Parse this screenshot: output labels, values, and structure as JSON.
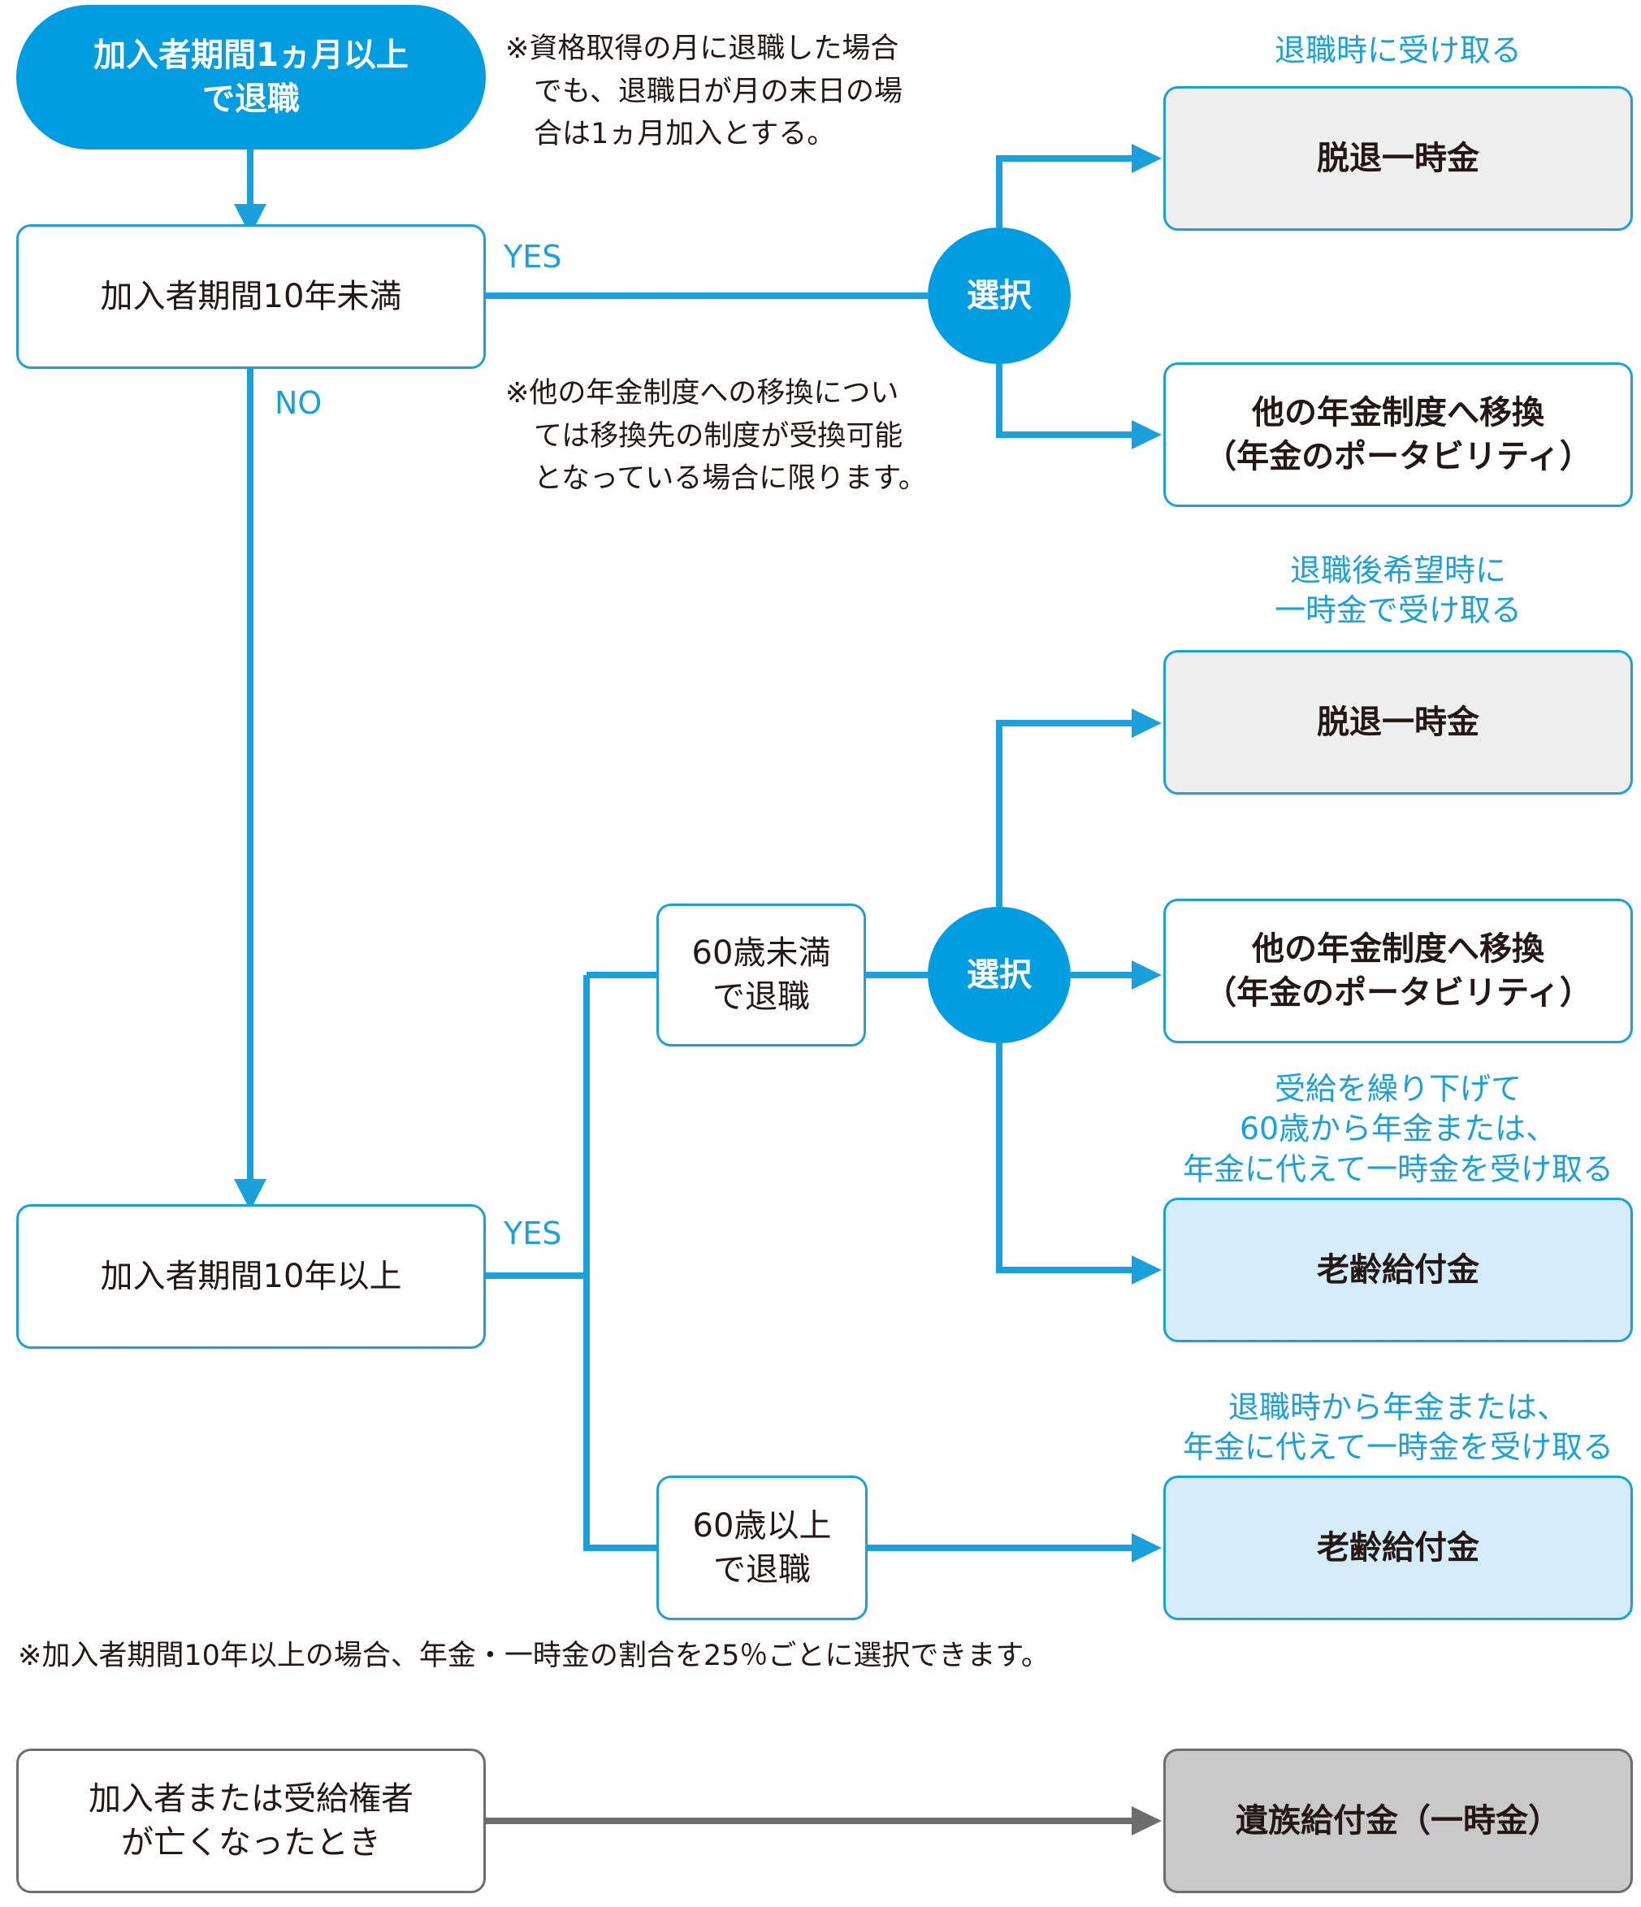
{
  "start": "加入者期間1ヵ月以上\nで退職",
  "note_top": "※資格取得の月に退職した場合\n　でも、退職日が月の末日の場\n　合は1ヵ月加入とする。",
  "q_under10": "加入者期間10年未満",
  "yes_label": "YES",
  "no_label": "NO",
  "select_label": "選択",
  "note_portability": "※他の年金制度への移換につい\n　ては移換先の制度が受換可能\n　となっている場合に限ります。",
  "branch1": {
    "label_receive": "退職時に受け取る",
    "lump_sum": "脱退一時金",
    "portability": "他の年金制度へ移換\n（年金のポータビリティ）"
  },
  "branch2": {
    "label_receive": "退職後希望時に\n一時金で受け取る",
    "lump_sum": "脱退一時金",
    "portability": "他の年金制度へ移換\n（年金のポータビリティ）",
    "label_defer": "受給を繰り下げて\n60歳から年金または、\n年金に代えて一時金を受け取る",
    "old_age": "老齢給付金"
  },
  "q_over10": "加入者期間10年以上",
  "under60": "60歳未満\nで退職",
  "over60": "60歳以上\nで退職",
  "branch3": {
    "label_receive": "退職時から年金または、\n年金に代えて一時金を受け取る",
    "old_age": "老齢給付金"
  },
  "note_25pct": "※加入者期間10年以上の場合、年金・一時金の割合を25％ごとに選択できます。",
  "death": "加入者または受給権者\nが亡くなったとき",
  "survivor": "遺族給付金（一時金）",
  "colors": {
    "accent": "#009de0",
    "line": "#1aa0db",
    "gray_line": "#6d6d6d",
    "lump_fill": "#efefef",
    "old_age_fill": "#d6ecf8",
    "survivor_fill": "#c9c9ca"
  }
}
